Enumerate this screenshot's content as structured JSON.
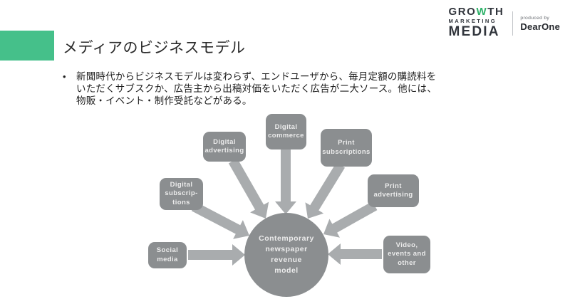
{
  "logo": {
    "growth_pre": "GRO",
    "growth_mark": "W",
    "growth_post": "TH",
    "line2": "MARKETING",
    "line3": "MEDIA",
    "produced_by": "produced by",
    "producer": "DearOne"
  },
  "slide": {
    "title": "メディアのビジネスモデル",
    "bullet": "•",
    "bullet_lines": "新聞時代からビジネスモデルは変わらず、エンドユーザから、毎月定額の購読料を\nいただくサブスクか、広告主から出稿対価をいただく広告が二大ソース。他には、\n物販・イベント・制作受託などがある。"
  },
  "diagram": {
    "center_label": "Contemporary\nnewspaper\nrevenue\nmodel",
    "nodes": [
      {
        "id": "digital-commerce",
        "label": "Digital\ncommerce"
      },
      {
        "id": "digital-advertising",
        "label": "Digital\nadvertising"
      },
      {
        "id": "print-subscriptions",
        "label": "Print\nsubscriptions"
      },
      {
        "id": "digital-subscriptions",
        "label": "Digital\nsubscrip-\ntions"
      },
      {
        "id": "print-advertising",
        "label": "Print\nadvertising"
      },
      {
        "id": "social-media",
        "label": "Social\nmedia"
      },
      {
        "id": "video-events",
        "label": "Video,\nevents and\nother"
      }
    ]
  },
  "colors": {
    "accent_green": "#45c08a",
    "logo_dark": "#31353c",
    "logo_green": "#2fb26a",
    "node_bg": "#8b8e90",
    "arrow": "#a9acae",
    "center_bg": "#8b8e90",
    "node_text": "#ebebeb"
  }
}
